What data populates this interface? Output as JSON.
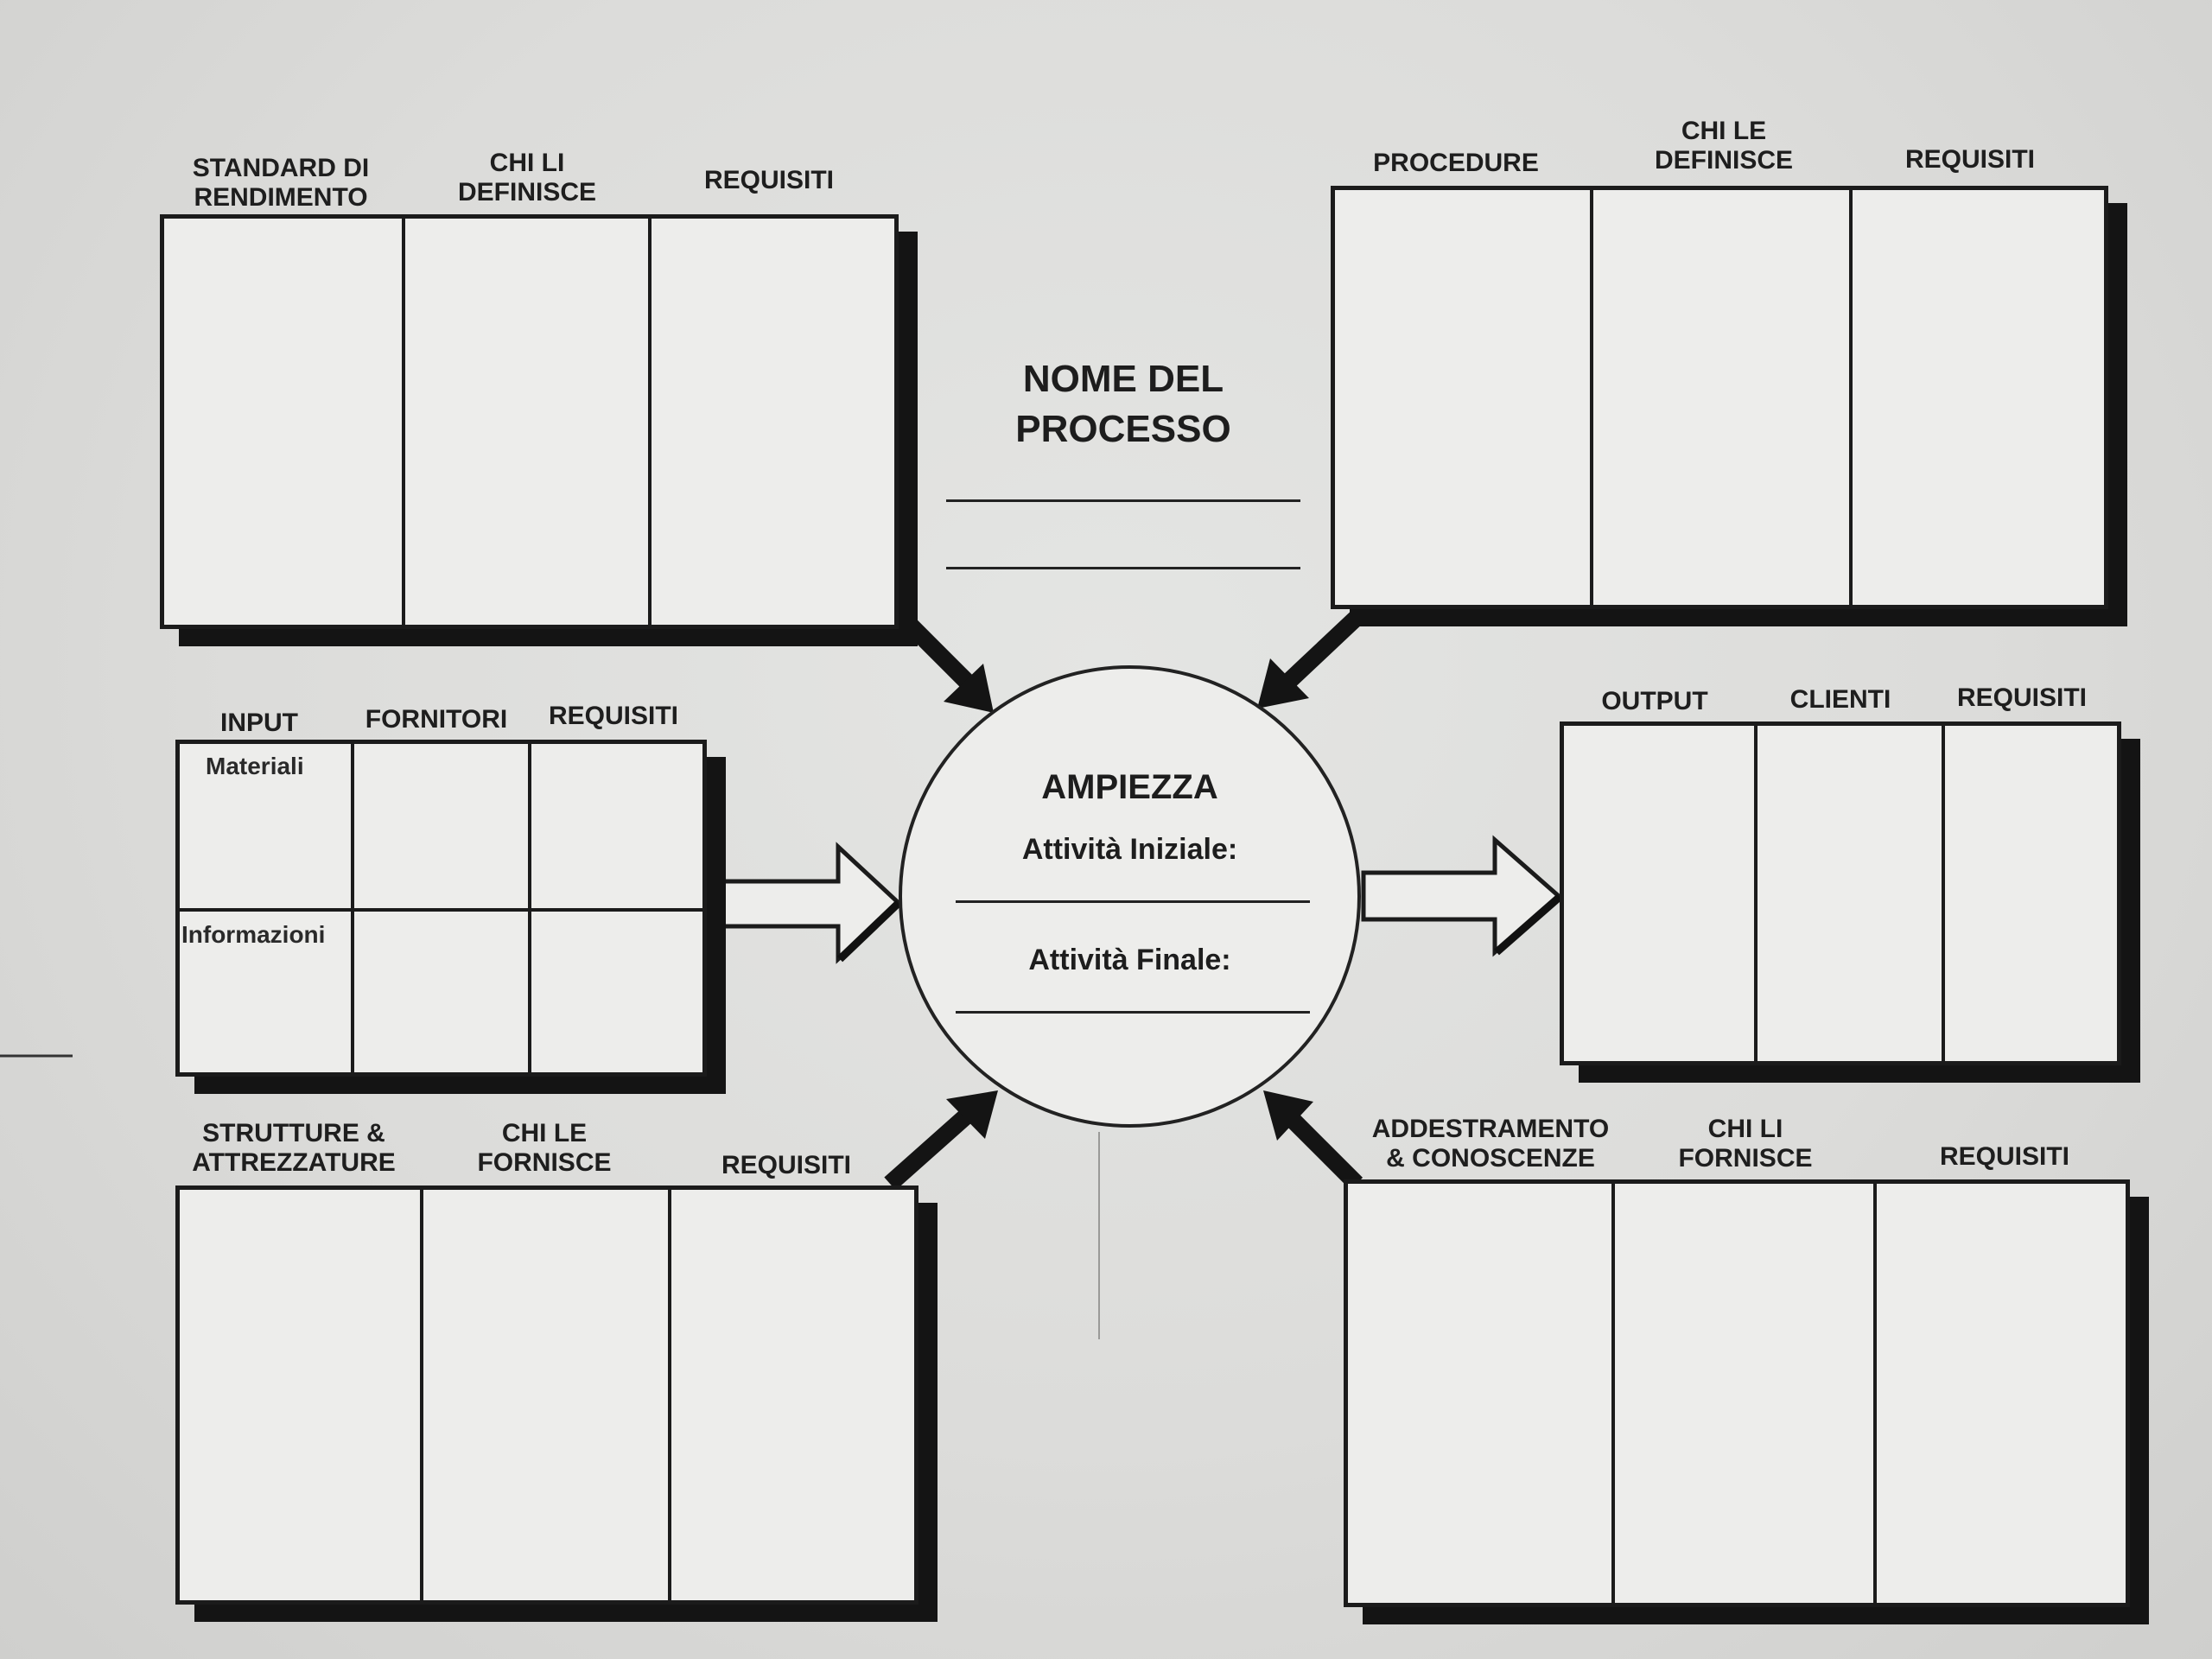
{
  "title": "NOME DEL PROCESSO",
  "scope": {
    "heading": "AMPIEZZA",
    "start_label": "Attività Iniziale:",
    "end_label": "Attività Finale:"
  },
  "panels": {
    "performance": {
      "columns": [
        "STANDARD DI RENDIMENTO",
        "CHI LI DEFINISCE",
        "REQUISITI"
      ]
    },
    "procedures": {
      "columns": [
        "PROCEDURE",
        "CHI LE DEFINISCE",
        "REQUISITI"
      ]
    },
    "inputs": {
      "columns": [
        "INPUT",
        "FORNITORI",
        "REQUISITI"
      ],
      "rows": [
        "Materiali",
        "Informazioni"
      ]
    },
    "outputs": {
      "columns": [
        "OUTPUT",
        "CLIENTI",
        "REQUISITI"
      ]
    },
    "facilities": {
      "columns": [
        "STRUTTURE & ATTREZZATURE",
        "CHI LE FORNISCE",
        "REQUISITI"
      ]
    },
    "training": {
      "columns": [
        "ADDESTRAMENTO & CONOSCENZE",
        "CHI LI FORNISCE",
        "REQUISITI"
      ]
    }
  }
}
